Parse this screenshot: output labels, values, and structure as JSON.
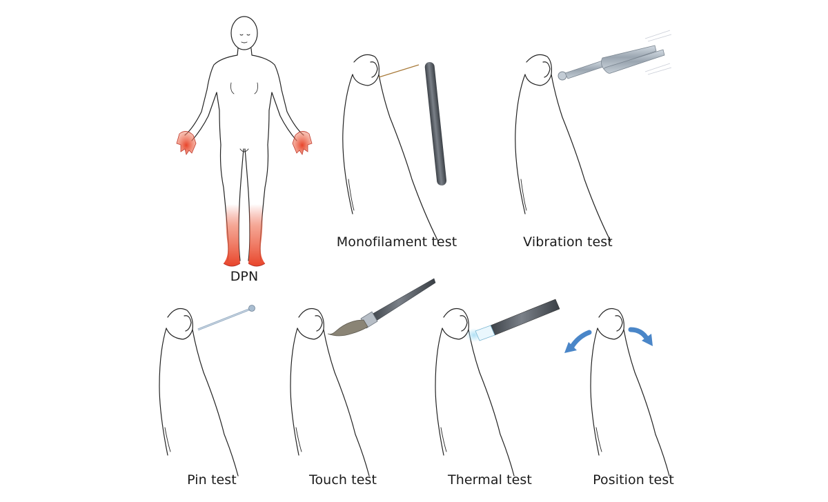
{
  "figure": {
    "panels": [
      {
        "id": "dpn",
        "caption": "DPN"
      },
      {
        "id": "monofilament",
        "caption": "Monofilament test"
      },
      {
        "id": "vibration",
        "caption": "Vibration test"
      },
      {
        "id": "pin",
        "caption": "Pin test"
      },
      {
        "id": "touch",
        "caption": "Touch test"
      },
      {
        "id": "thermal",
        "caption": "Thermal test"
      },
      {
        "id": "position",
        "caption": "Position test"
      }
    ],
    "colors": {
      "outline": "#222222",
      "affected_area": "#e8442a",
      "instrument_dark": "#555a60",
      "instrument_light": "#a9b3bd",
      "brush_hair": "#8a8475",
      "thermal_tip": "#bfe6f5",
      "arrow_blue": "#4a86c8"
    }
  }
}
